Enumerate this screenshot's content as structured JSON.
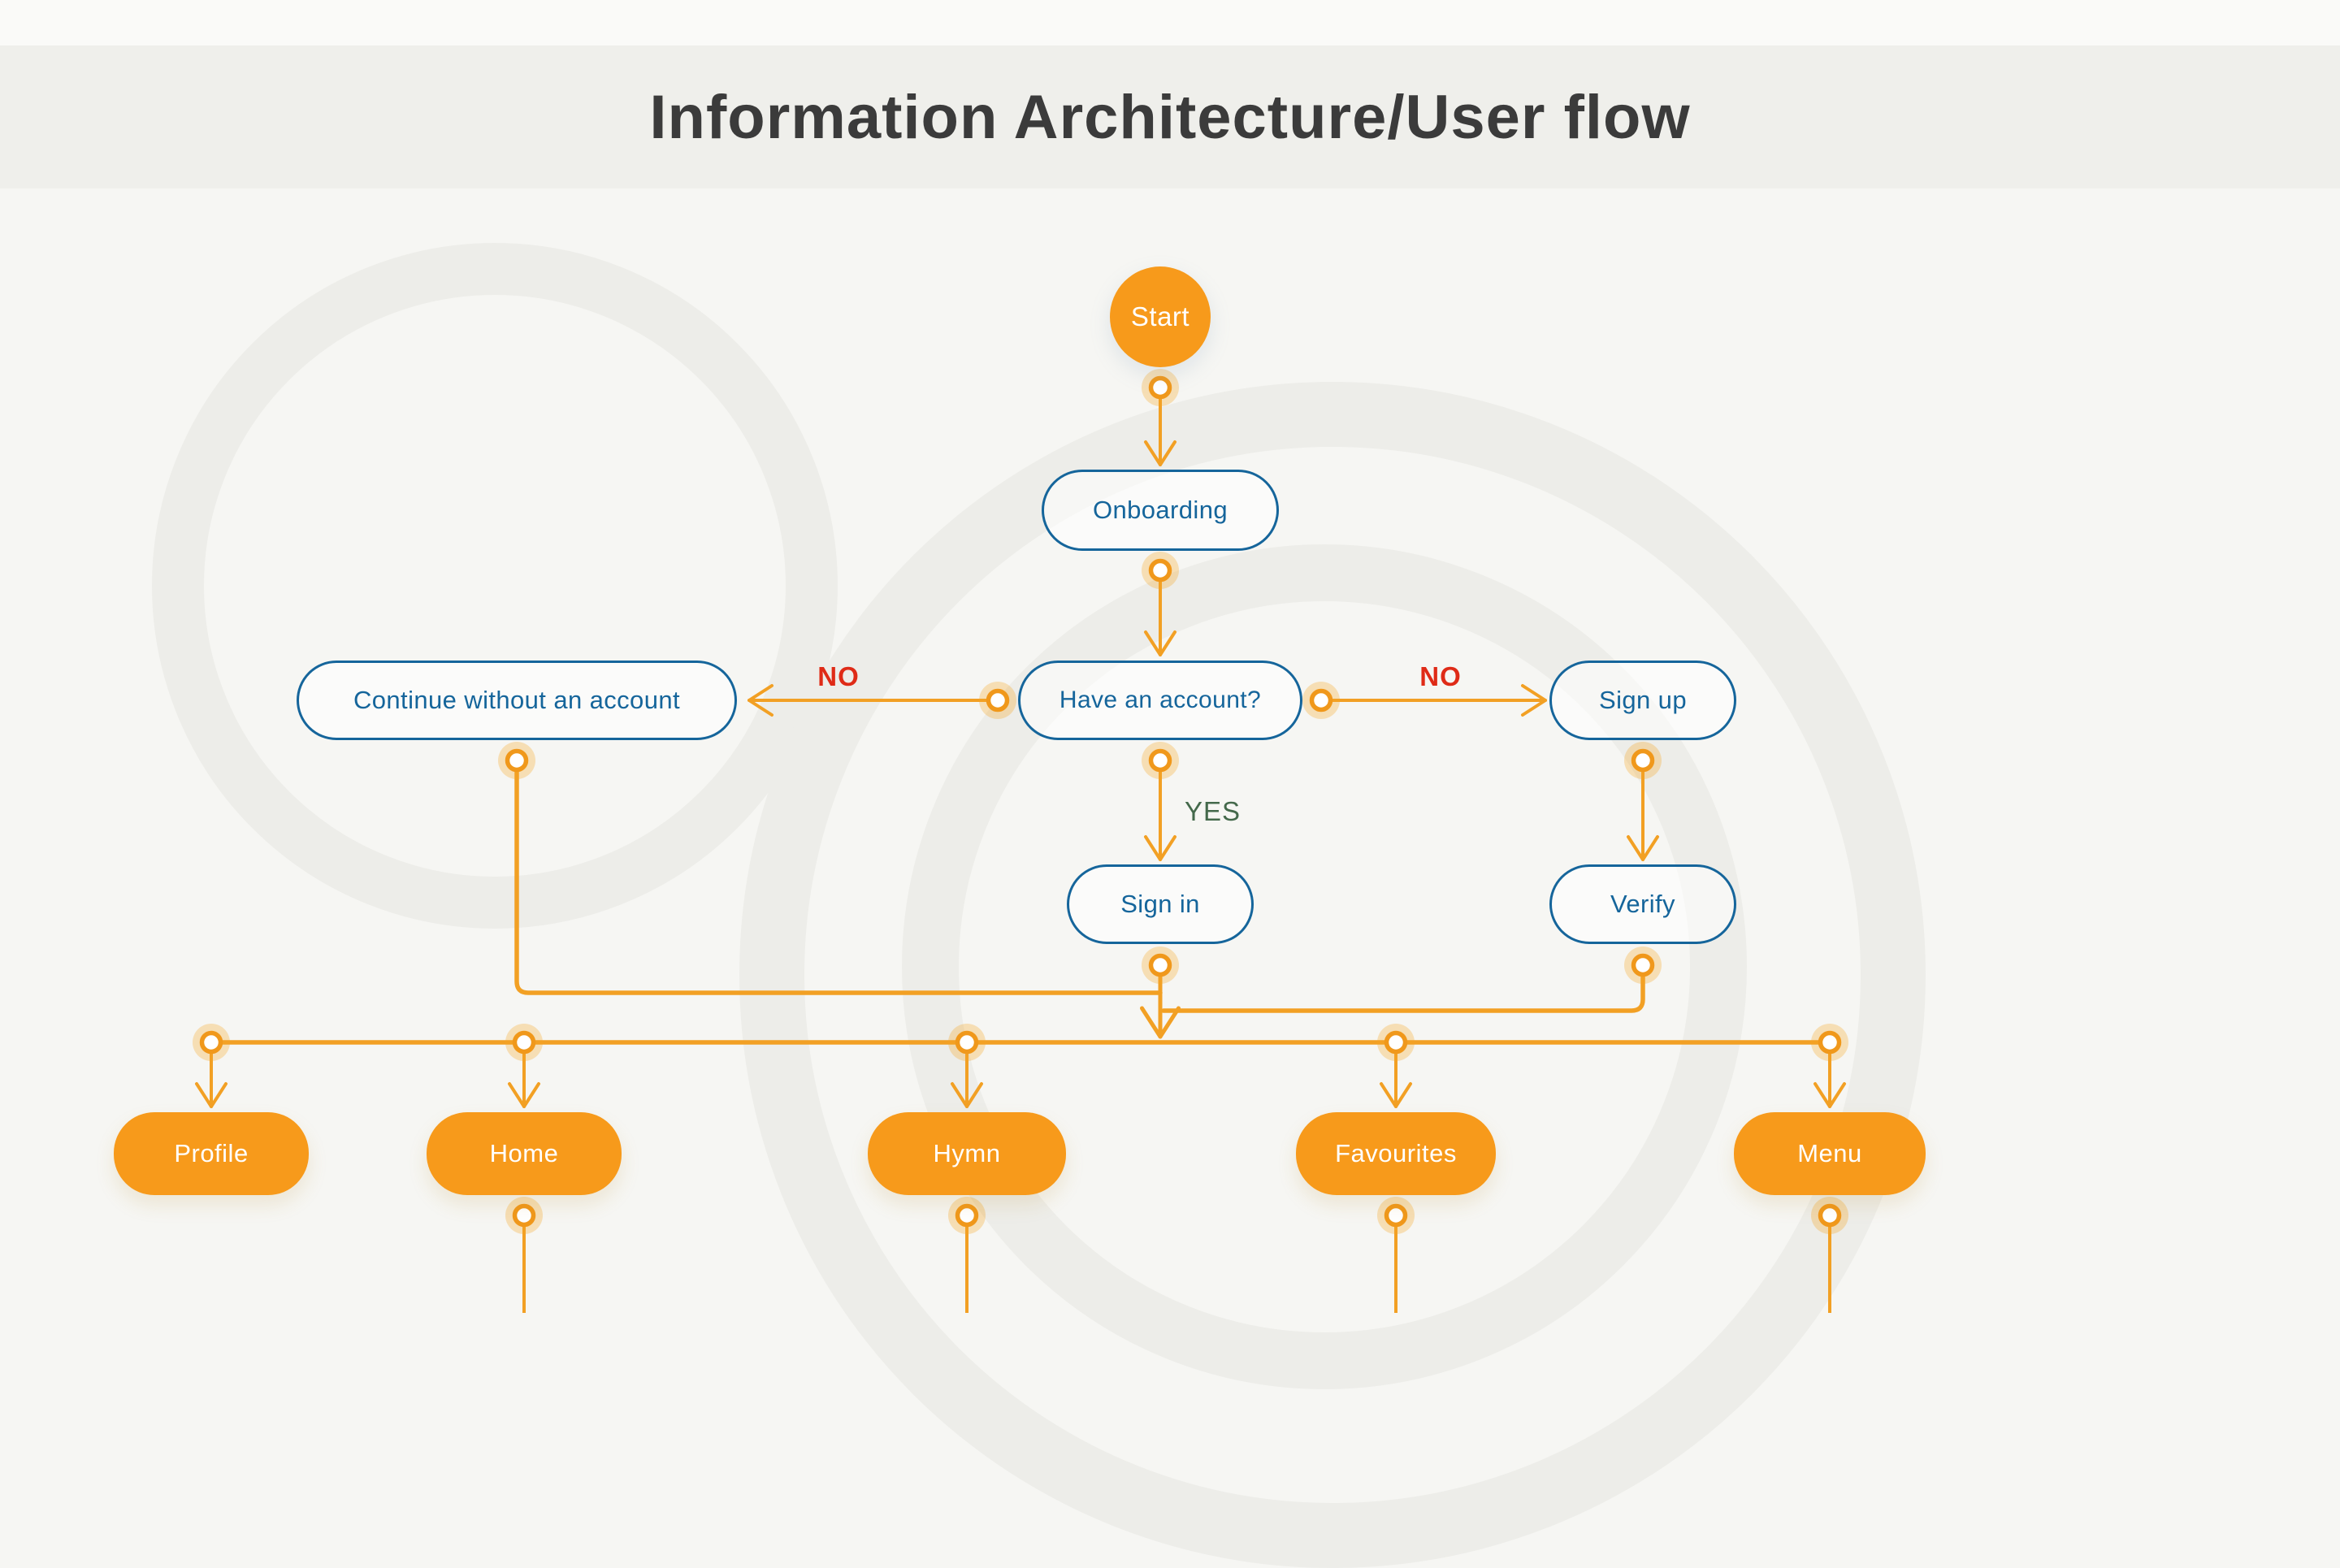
{
  "header": {
    "title": "Information Architecture/User flow"
  },
  "nodes": {
    "start": "Start",
    "onboarding": "Onboarding",
    "have_account": "Have an account?",
    "continue_without_account": "Continue without an account",
    "sign_up": "Sign up",
    "sign_in": "Sign in",
    "verify": "Verify",
    "profile": "Profile",
    "home": "Home",
    "hymn": "Hymn",
    "favourites": "Favourites",
    "menu": "Menu"
  },
  "edge_labels": {
    "no_left": "NO",
    "no_right": "NO",
    "yes": "YES"
  },
  "colors": {
    "node_fill_orange": "#F79A1B",
    "connector_orange": "#F2A024",
    "node_border_blue": "#15659B",
    "label_red": "#DF2B17",
    "label_green": "#44694B",
    "header_band": "#EFEFEB",
    "background": "#F6F6F3"
  }
}
